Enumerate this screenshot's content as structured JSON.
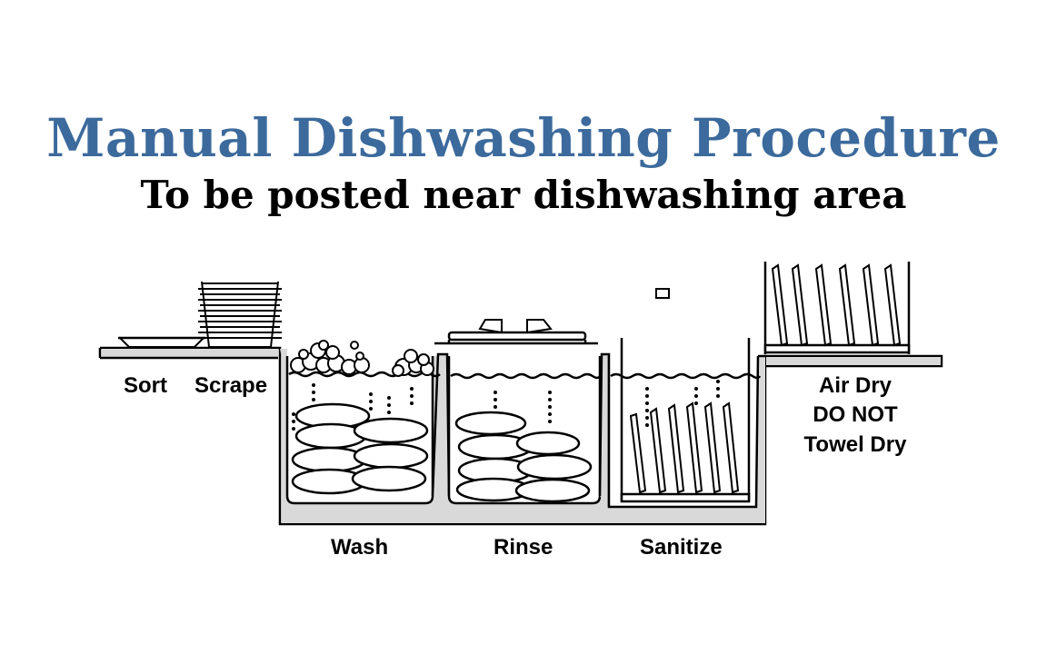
{
  "title": "Manual Dishwashing Procedure",
  "subtitle": "To be posted near dishwashing area",
  "labels": {
    "sort": "Sort",
    "scrape": "Scrape",
    "wash": "Wash",
    "rinse": "Rinse",
    "sanitize": "Sanitize",
    "air_dry": "Air Dry",
    "do_not": "DO NOT",
    "towel_dry": "Towel Dry"
  },
  "colors": {
    "title": "#3c6a9c",
    "sink_fill": "#d9d9d9",
    "line": "#000000"
  }
}
